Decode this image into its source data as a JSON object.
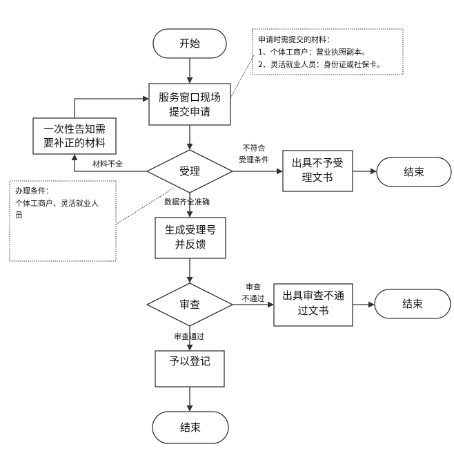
{
  "nodes": {
    "start": "开始",
    "submit_line1": "服务窗口现场",
    "submit_line2": "提交申请",
    "notify_line1": "一次性告知需",
    "notify_line2": "要补正的材料",
    "accept": "受理",
    "reject_line1": "出具不予受",
    "reject_line2": "理文书",
    "end1": "结束",
    "gen_line1": "生成受理号",
    "gen_line2": "并反馈",
    "review": "审查",
    "fail_line1": "出具审查不通",
    "fail_line2": "过文书",
    "end2": "结束",
    "register": "予以登记",
    "end3": "结束"
  },
  "edges": {
    "incomplete": "材料不全",
    "not_meet_line1": "不符合",
    "not_meet_line2": "受理条件",
    "data_ok": "数据齐全准确",
    "review_fail_line1": "审查",
    "review_fail_line2": "不通过",
    "review_pass": "审查通过"
  },
  "notes": {
    "materials": {
      "title": "申请时需提交的材料：",
      "item1": "1、个体工商户：营业执照副本。",
      "item2": "2、灵活就业人员：身份证或社保卡。"
    },
    "conditions": {
      "title": "办理条件：",
      "line1": "个体工商户、灵活就业人",
      "line2": "员"
    }
  }
}
